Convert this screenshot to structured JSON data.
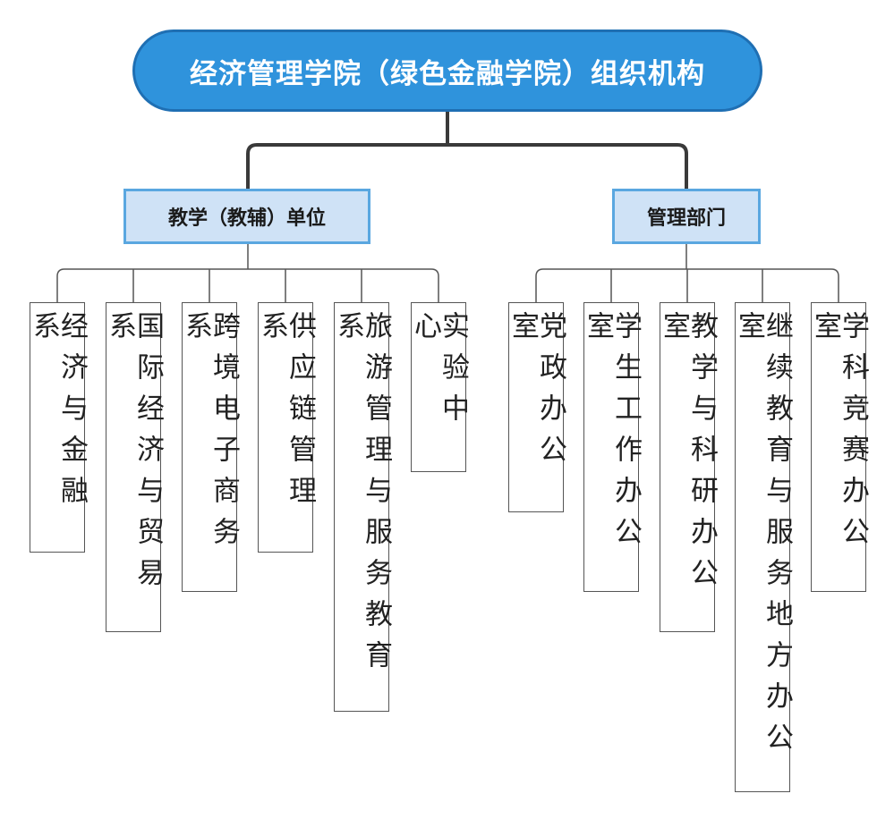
{
  "title": "经济管理学院（绿色金融学院）组织机构",
  "branches": [
    {
      "label": "教学（教辅）单位",
      "children": [
        "经济与金融系",
        "国际经济与贸易系",
        "跨境电子商务系",
        "供应链管理系",
        "旅游管理与服务教育系",
        "实验中心"
      ]
    },
    {
      "label": "管理部门",
      "children": [
        "党政办公室",
        "学生工作办公室",
        "教学与科研办公室",
        "继续教育与服务地方办公室",
        "学科竞赛办公室"
      ]
    }
  ],
  "colors": {
    "root_fill": "#2f93dc",
    "branch_fill": "#cfe2f6",
    "connector": "#3a3a3a"
  }
}
